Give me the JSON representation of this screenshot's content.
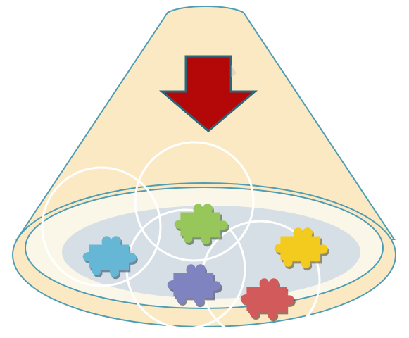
{
  "diagram": {
    "shape": "funnel-cone",
    "arrow": {
      "direction": "down",
      "icon": "down-arrow-icon"
    },
    "pieces": [
      {
        "name": "blue-puzzle-piece-icon",
        "color": "#66b6d6"
      },
      {
        "name": "green-puzzle-piece-icon",
        "color": "#97c65a"
      },
      {
        "name": "yellow-puzzle-piece-icon",
        "color": "#f2cb1e"
      },
      {
        "name": "purple-puzzle-piece-icon",
        "color": "#7f83bf"
      },
      {
        "name": "red-puzzle-piece-icon",
        "color": "#d35a5a"
      }
    ],
    "circle_count": 4
  },
  "colors": {
    "cone_fill": "#fbe9c3",
    "cone_stroke": "#4e9db4",
    "bowl_fill": "#fbf7e8",
    "bowl_inner": "#d7dfe6",
    "arrow_fill": "#b40707",
    "arrow_stroke": "#2e6677",
    "circle_stroke": "#ffffff"
  }
}
